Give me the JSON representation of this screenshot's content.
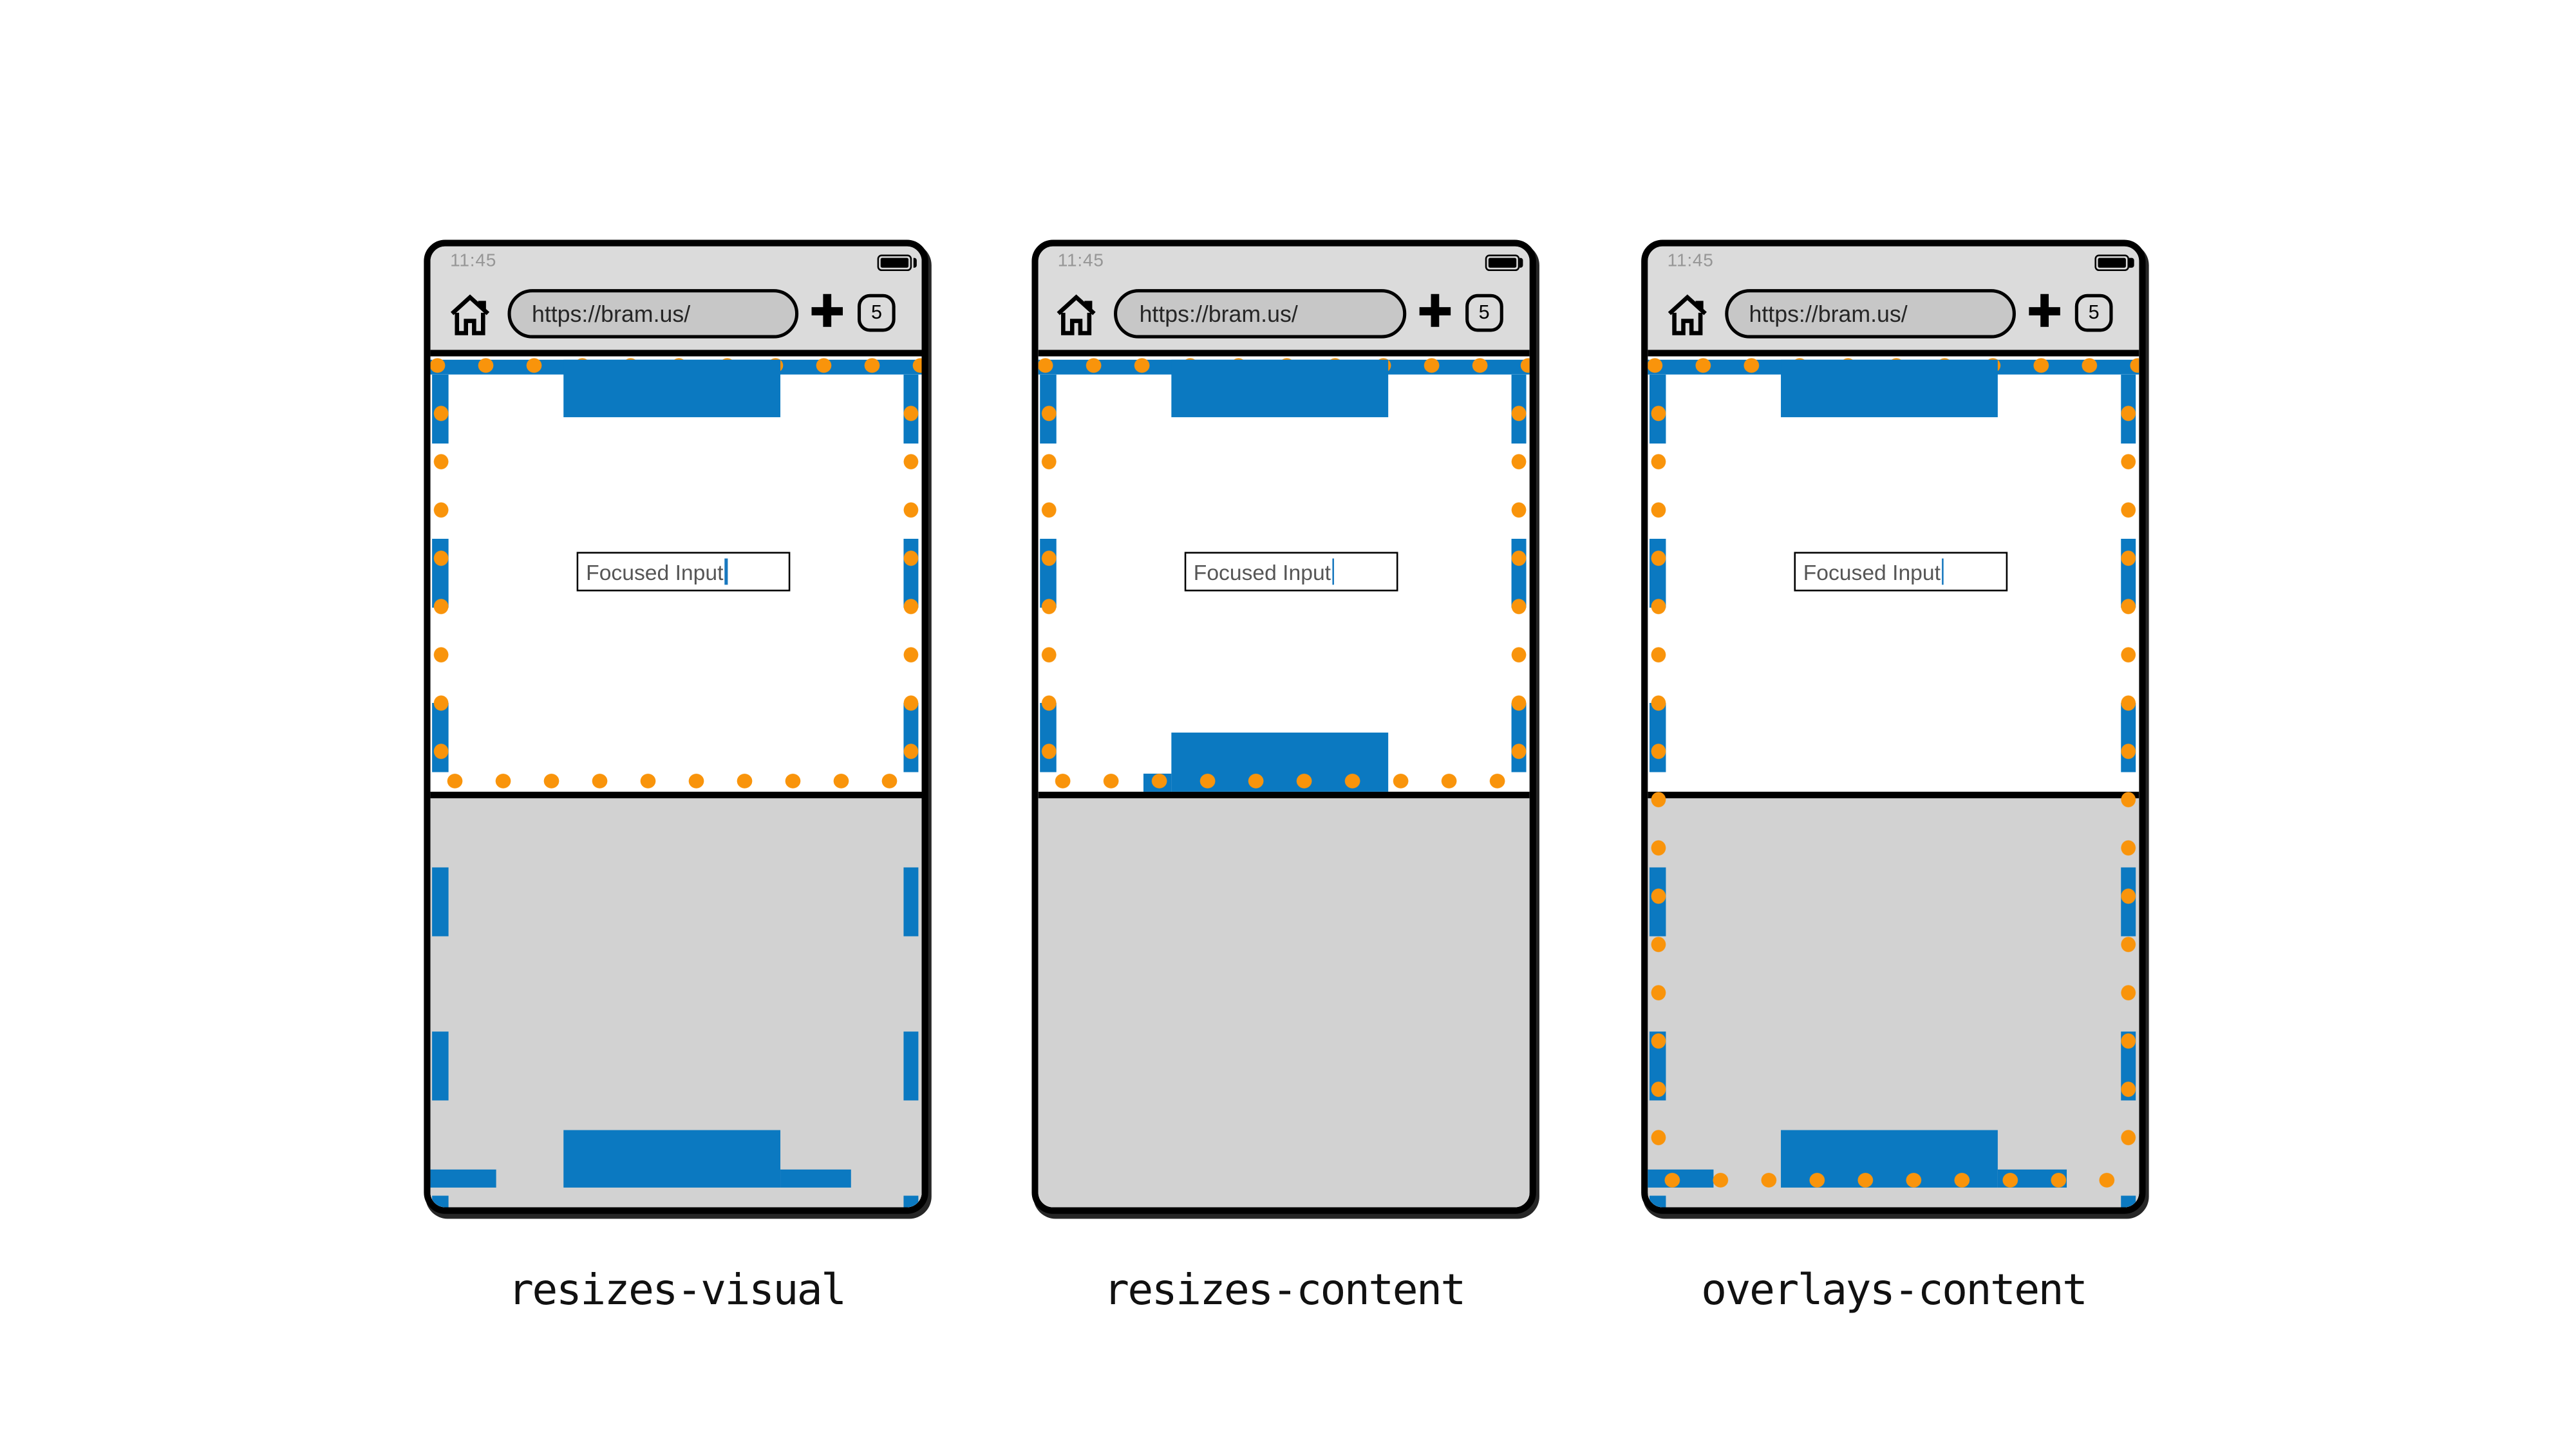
{
  "figure": {
    "description": "Three phone mockups comparing virtual keyboard viewport behaviors",
    "background": "#ffffff"
  },
  "colors": {
    "page_blue": "#0b79c1",
    "viewport_dot_orange": "#f9940b",
    "chrome_gray": "#dbdbdb",
    "keyboard_gray": "#d2d2d2",
    "url_pill_gray": "#c7c7c7",
    "frame_black": "#000000",
    "status_text_gray": "#969696",
    "input_text_gray": "#565656",
    "caret_blue": "#1878be"
  },
  "phone_chrome": {
    "clock": "11:45",
    "url": "https://bram.us/",
    "add_tab_label": "+",
    "tab_count": "5",
    "icons": [
      "home-icon",
      "battery-icon",
      "plus-icon",
      "tab-counter"
    ]
  },
  "page": {
    "input_value": "Focused Input"
  },
  "panels": [
    {
      "label": "resizes-visual",
      "mode": "resizes-visual"
    },
    {
      "label": "resizes-content",
      "mode": "resizes-content"
    },
    {
      "label": "overlays-content",
      "mode": "overlays-content"
    }
  ]
}
